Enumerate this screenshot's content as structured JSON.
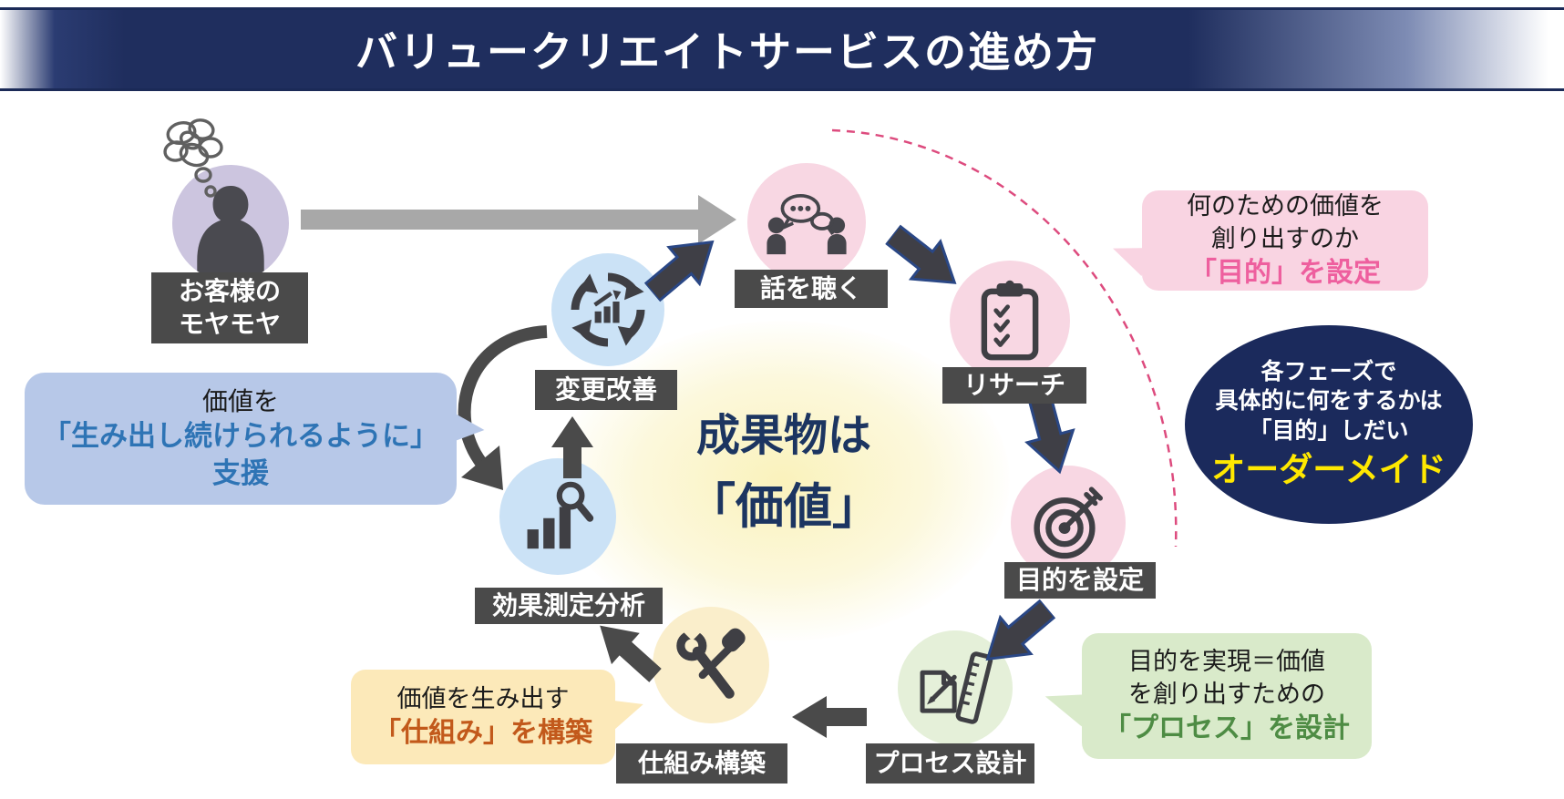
{
  "title": "バリュークリエイトサービスの進め方",
  "customer": {
    "label": "お客様の\nモヤモヤ",
    "icon": "person-icon",
    "thought_icon": "scribble-icon"
  },
  "center": {
    "line1": "成果物は",
    "line2": "「価値」"
  },
  "cycle": {
    "steps": [
      {
        "label": "話を聴く",
        "icon": "chat-people-icon",
        "circle_color": "#F8D7E3"
      },
      {
        "label": "リサーチ",
        "icon": "clipboard-checklist-icon",
        "circle_color": "#F8D7E3"
      },
      {
        "label": "目的を設定",
        "icon": "target-dart-icon",
        "circle_color": "#F8D7E3"
      },
      {
        "label": "プロセス設計",
        "icon": "document-pencil-ruler-icon",
        "circle_color": "#E5F0D9"
      },
      {
        "label": "仕組み構築",
        "icon": "tools-icon",
        "circle_color": "#FAEECB"
      },
      {
        "label": "効果測定分析",
        "icon": "bar-chart-magnifier-icon",
        "circle_color": "#CBE2F6"
      },
      {
        "label": "変更改善",
        "icon": "cycle-arrows-chart-icon",
        "circle_color": "#CBE2F6"
      }
    ]
  },
  "callouts": {
    "purpose": {
      "line1": "何のための価値を",
      "line2": "創り出すのか",
      "accent": "「目的」を設定",
      "accent_color": "#EE5F9E",
      "bg": "#F9D4E2"
    },
    "order_made": {
      "line1": "各フェーズで",
      "line2": "具体的に何をするかは",
      "line3": "「目的」しだい",
      "accent": "オーダーメイド",
      "accent_color": "#FFE800",
      "bg": "#1B2A5C"
    },
    "process": {
      "line1": "目的を実現＝価値",
      "line2": "を創り出すための",
      "accent": "「プロセス」を設計",
      "accent_color": "#4E8C44",
      "bg": "#D9EACA"
    },
    "mechanism": {
      "line1": "価値を生み出す",
      "accent": "「仕組み」を構築",
      "accent_color": "#C2591B",
      "bg": "#FCE9B9"
    },
    "support": {
      "line1": "価値を",
      "accent": "「生み出し続けられるように」",
      "line3": "支援",
      "accent_color": "#2E74B5",
      "bg": "#B7C8E8"
    }
  },
  "colors": {
    "banner_navy": "#1F2E5E",
    "label_box_gray": "#4A4A4A",
    "center_text_navy": "#1C3561",
    "dashed_arc_pink": "#DD4B7E",
    "flow_arrow_gray": "#4A4A4A",
    "flow_arrow_navy_outline": "#2A4785",
    "input_arrow_gray": "#A8A8A8",
    "glow_yellow": "#FAF2BC"
  }
}
